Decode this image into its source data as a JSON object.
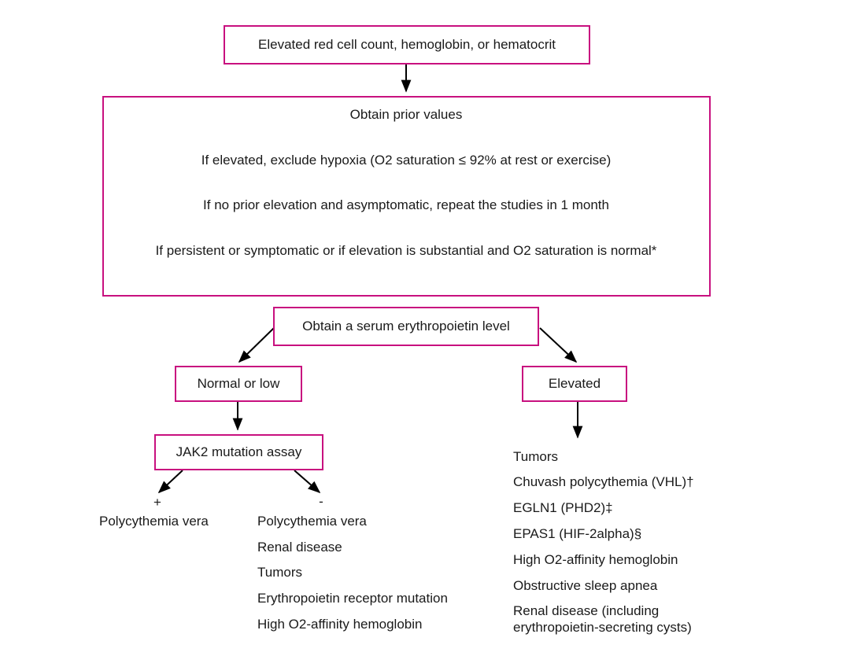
{
  "top": {
    "label": "Elevated red cell count, hemoglobin, or hematocrit"
  },
  "steps": {
    "s1": "Obtain prior values",
    "s2": "If elevated, exclude hypoxia (O2 saturation ≤ 92% at rest or exercise)",
    "s3": "If no prior elevation and asymptomatic, repeat the studies in 1 month",
    "s4": "If persistent or symptomatic or if elevation is substantial and O2 saturation is normal*"
  },
  "epo": {
    "label": "Obtain a serum erythropoietin level"
  },
  "left": {
    "label": "Normal or low",
    "jak2": "JAK2 mutation assay",
    "plus_sign": "+",
    "minus_sign": "-",
    "positive_items": [
      "Polycythemia vera"
    ],
    "negative_items": [
      "Polycythemia vera",
      "Renal disease",
      "Tumors",
      "Erythropoietin receptor mutation",
      "High O2-affinity hemoglobin"
    ]
  },
  "right": {
    "label": "Elevated",
    "items": [
      "Tumors",
      "Chuvash polycythemia (VHL)†",
      "EGLN1 (PHD2)‡",
      "EPAS1 (HIF-2alpha)§",
      "High O2-affinity hemoglobin",
      "Obstructive sleep apnea",
      "Renal disease (including",
      "erythropoietin-secreting cysts)"
    ]
  },
  "colors": {
    "box_border": "#c8107f",
    "text": "#1a1a1a",
    "arrow": "#000000"
  }
}
